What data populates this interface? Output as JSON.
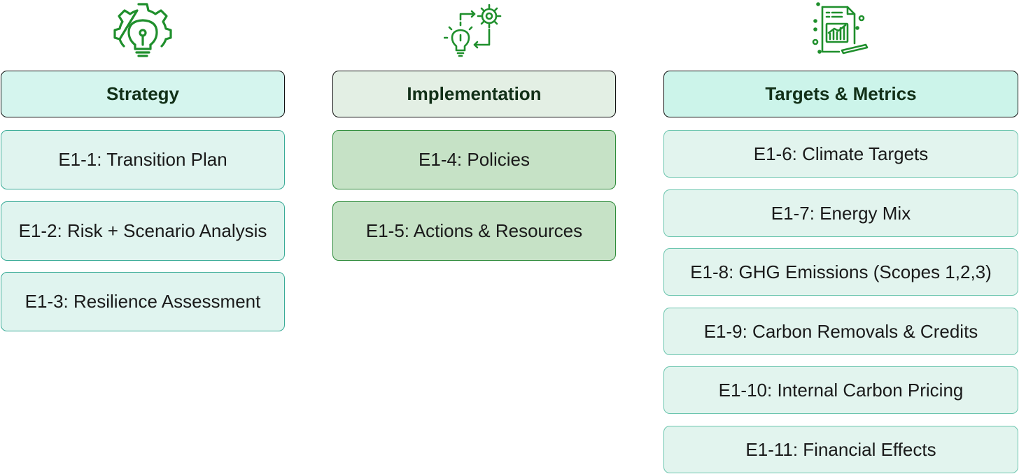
{
  "columns": {
    "strategy": {
      "icon": "lightbulb-gear-icon",
      "title": "Strategy",
      "items": [
        "E1-1: Transition Plan",
        "E1-2: Risk + Scenario Analysis",
        "E1-3: Resilience Assessment"
      ]
    },
    "implementation": {
      "icon": "idea-process-cycle-icon",
      "title": "Implementation",
      "items": [
        "E1-4: Policies",
        "E1-5: Actions & Resources"
      ]
    },
    "targets": {
      "icon": "report-chart-document-icon",
      "title": "Targets & Metrics",
      "items": [
        "E1-6: Climate Targets",
        "E1-7: Energy Mix",
        "E1-8: GHG Emissions (Scopes 1,2,3)",
        "E1-9: Carbon Removals & Credits",
        "E1-10: Internal Carbon Pricing",
        "E1-11: Financial Effects"
      ]
    }
  },
  "colors": {
    "icon_green": "#1f8f2c",
    "header_text": "#123018",
    "strategy_fill": "#e0f4ef",
    "strategy_border": "#3aab97",
    "implementation_fill": "#c6e2c6",
    "implementation_border": "#2e8b3a",
    "targets_fill": "#e2f4ee",
    "targets_border": "#6bc5ae"
  }
}
